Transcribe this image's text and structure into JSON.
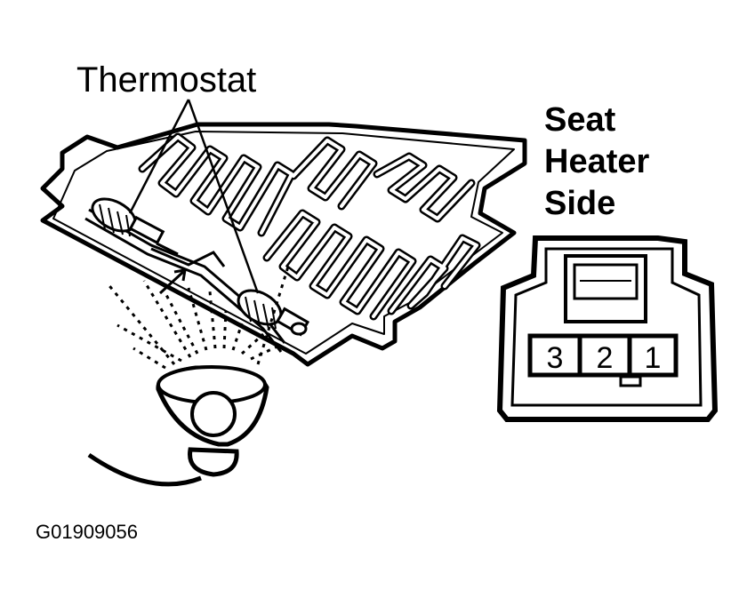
{
  "labels": {
    "thermostat": "Thermostat",
    "connector_side": [
      "Seat",
      "Heater",
      "Side"
    ],
    "figure_id": "G01909056"
  },
  "connector": {
    "pins": [
      "3",
      "2",
      "1"
    ]
  },
  "colors": {
    "ink": "#000000",
    "background": "#ffffff"
  }
}
